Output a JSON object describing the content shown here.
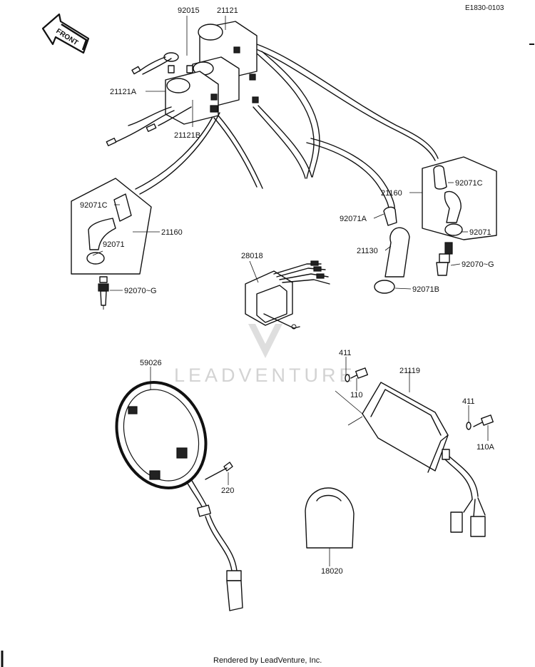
{
  "diagram": {
    "ref_code": "E1830-0103",
    "front_label": "FRONT",
    "watermark": "LEADVENTURE",
    "footer": "Rendered by LeadVenture, Inc."
  },
  "parts": [
    {
      "id": "92015",
      "label": "92015"
    },
    {
      "id": "21121",
      "label": "21121"
    },
    {
      "id": "21121A",
      "label": "21121A"
    },
    {
      "id": "21121B",
      "label": "21121B"
    },
    {
      "id": "92071C-left",
      "label": "92071C"
    },
    {
      "id": "21160-left",
      "label": "21160"
    },
    {
      "id": "92071-left",
      "label": "92071"
    },
    {
      "id": "92070G-left",
      "label": "92070~G"
    },
    {
      "id": "21160-right",
      "label": "21160"
    },
    {
      "id": "92071C-right",
      "label": "92071C"
    },
    {
      "id": "92071-right",
      "label": "92071"
    },
    {
      "id": "92070G-right",
      "label": "92070~G"
    },
    {
      "id": "92071A",
      "label": "92071A"
    },
    {
      "id": "21130",
      "label": "21130"
    },
    {
      "id": "92071B",
      "label": "92071B"
    },
    {
      "id": "28018",
      "label": "28018"
    },
    {
      "id": "59026",
      "label": "59026"
    },
    {
      "id": "220",
      "label": "220"
    },
    {
      "id": "411-upper",
      "label": "411"
    },
    {
      "id": "110",
      "label": "110"
    },
    {
      "id": "21119",
      "label": "21119"
    },
    {
      "id": "411-right",
      "label": "411"
    },
    {
      "id": "110A",
      "label": "110A"
    },
    {
      "id": "18020",
      "label": "18020"
    }
  ]
}
